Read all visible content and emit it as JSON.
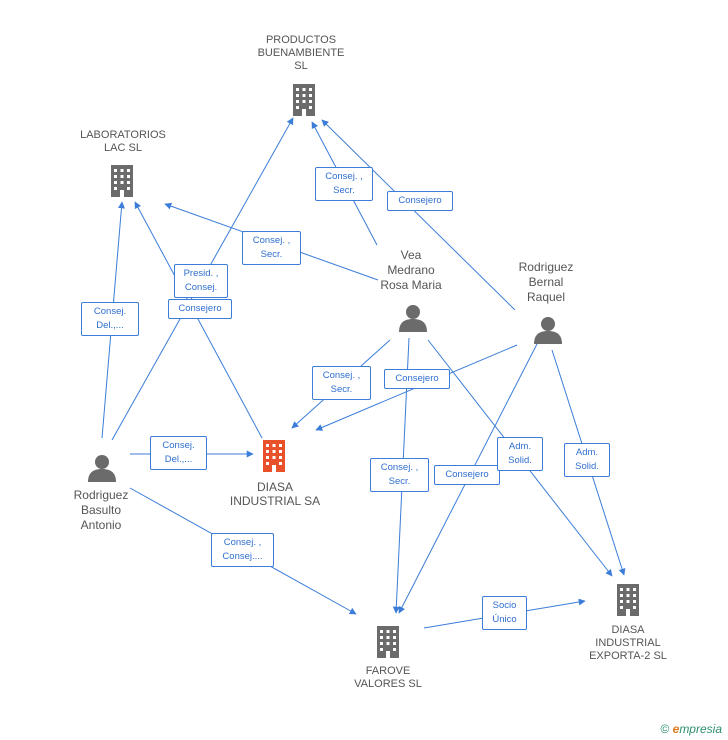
{
  "companies": {
    "productos": "PRODUCTOS\nBUENAMBIENTE\nSL",
    "laboratorios": "LABORATORIOS\nLAC SL",
    "diasa": "DIASA\nINDUSTRIAL SA",
    "farove": "FAROVE\nVALORES SL",
    "exporta": "DIASA\nINDUSTRIAL\nEXPORTA-2 SL"
  },
  "persons": {
    "vea": "Vea\nMedrano\nRosa Maria",
    "bernal": "Rodriguez\nBernal\nRaquel",
    "basulto": "Rodriguez\nBasulto\nAntonio"
  },
  "edge_labels": {
    "vea_productos": "Consej. ,\nSecr.",
    "bernal_productos": "Consejero",
    "vea_laboratorios": "Consej. ,\nSecr.",
    "basulto_productos": "Presid. ,\nConsej.",
    "diasa_laboratorios": "Consejero",
    "basulto_laboratorios": "Consej.\nDel.,...",
    "basulto_diasa": "Consej.\nDel.,...",
    "vea_diasa": "Consej. ,\nSecr.",
    "bernal_diasa": "Consejero",
    "vea_farove": "Consej. ,\nSecr.",
    "bernal_farove": "Consejero",
    "vea_exporta": "Adm.\nSolid.",
    "bernal_exporta": "Adm.\nSolid.",
    "basulto_farove": "Consej. ,\nConsej....",
    "farove_exporta": "Socio\nÚnico"
  },
  "colors": {
    "edge": "#3b7dd8",
    "building": "#6b6b6b",
    "building_highlight": "#e8512a",
    "person": "#6b6b6b"
  },
  "footer": {
    "copyright": "©",
    "brand_e": "e",
    "brand_rest": "mpresia"
  }
}
